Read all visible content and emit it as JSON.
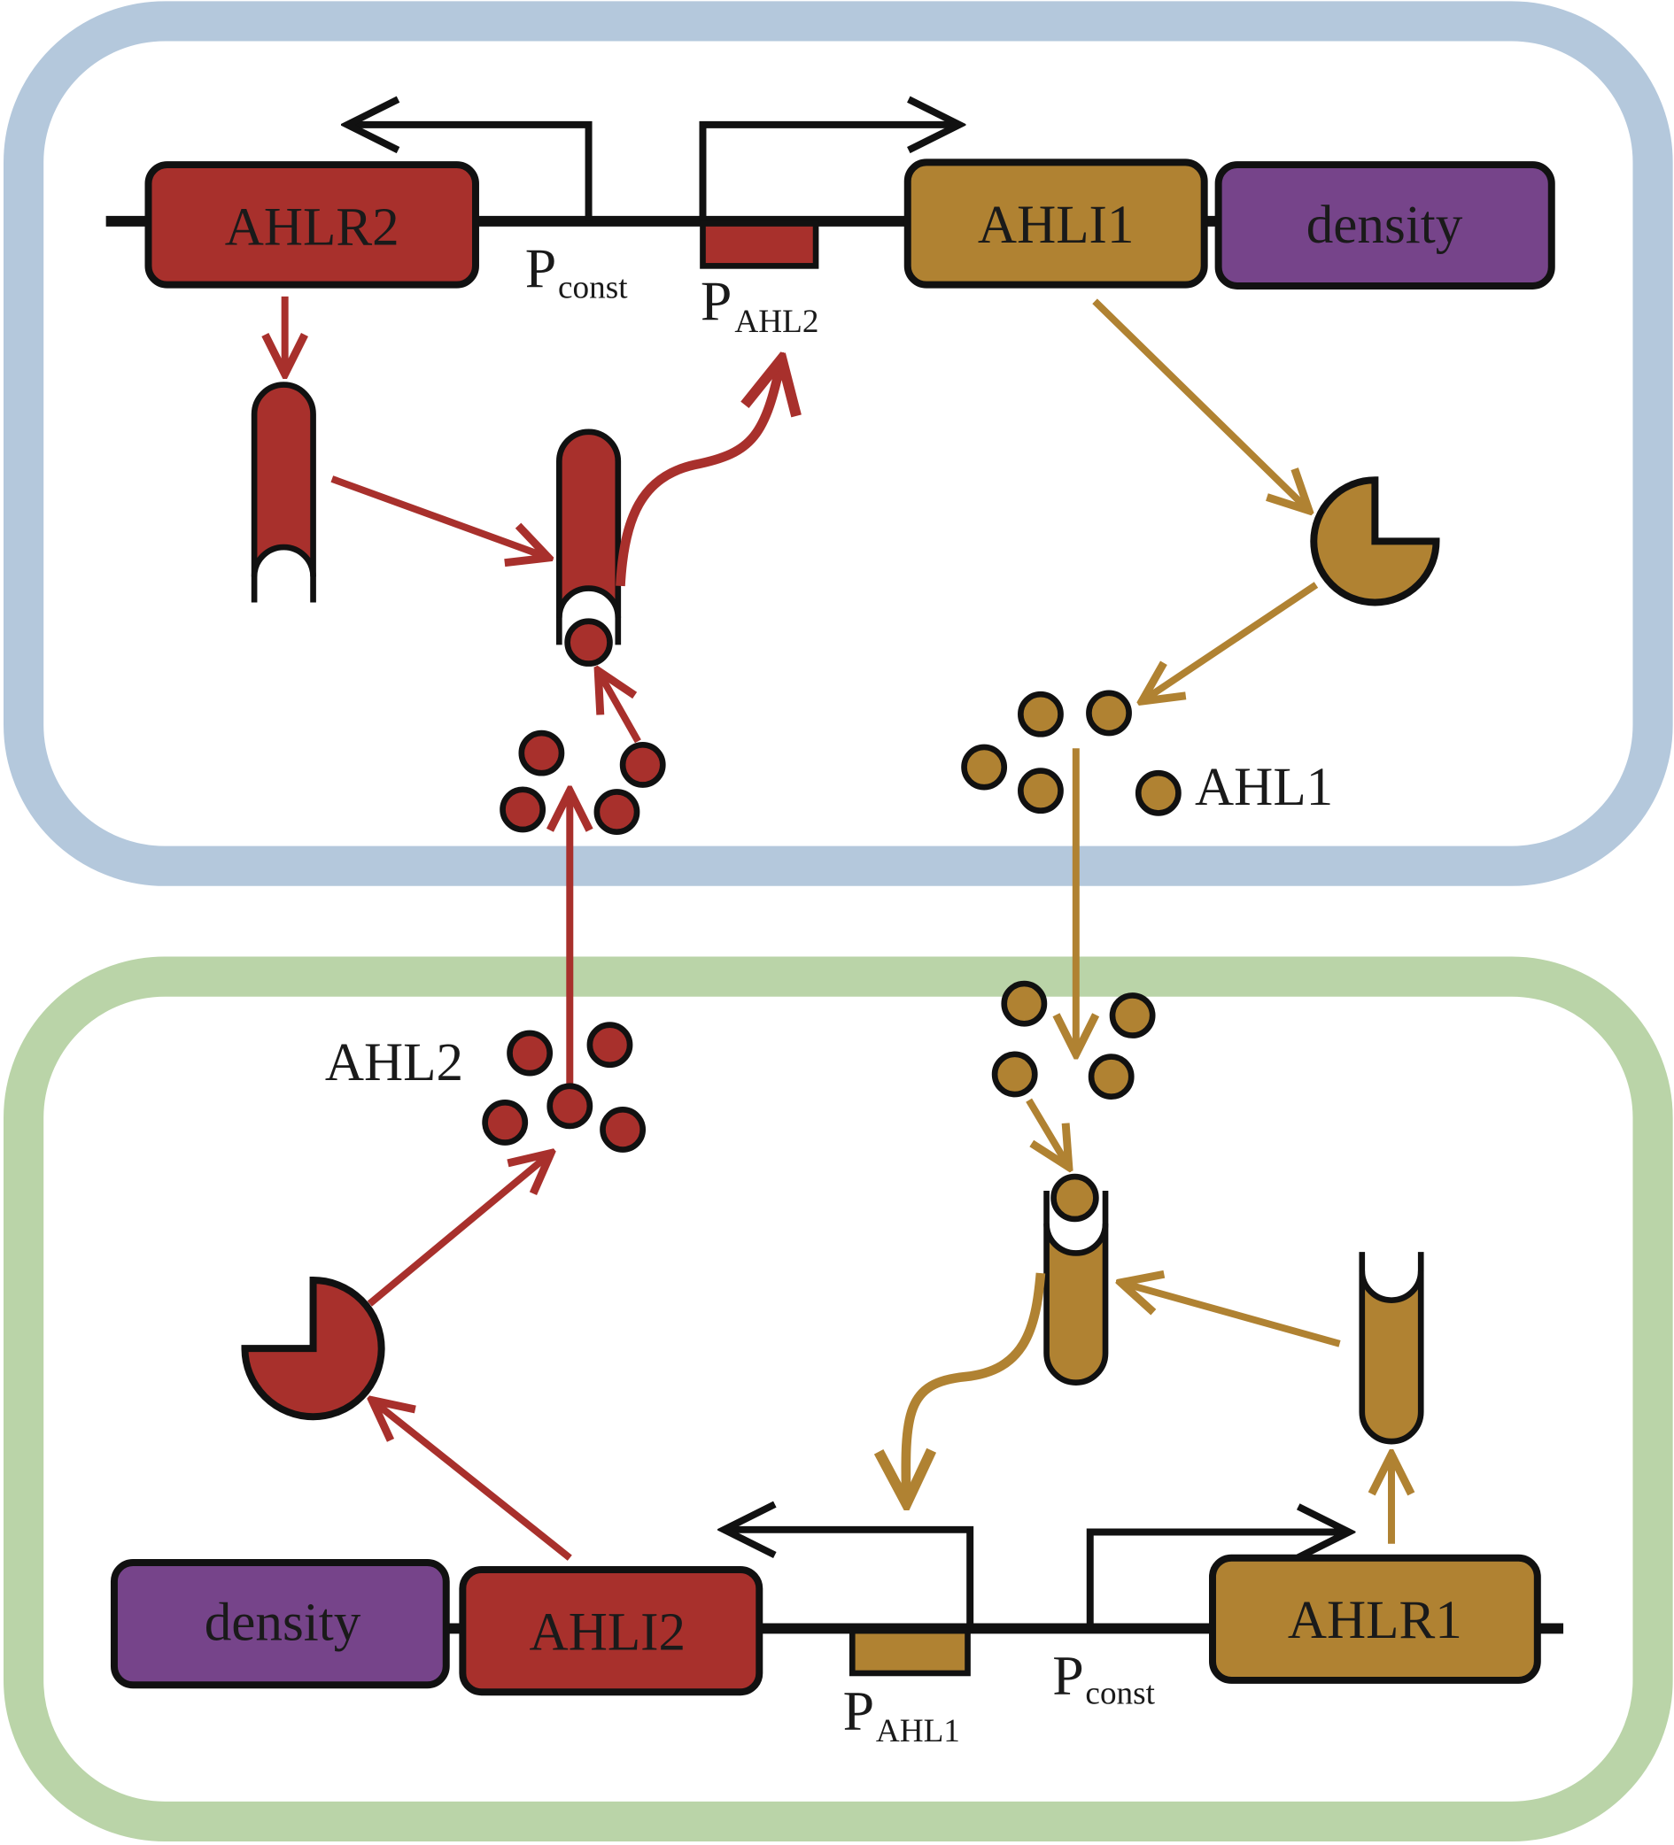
{
  "colors": {
    "cell_top_border": "#b4c8dc",
    "cell_bottom_border": "#bad4a8",
    "red": "#a8302c",
    "gold": "#b08232",
    "purple": "#76448a",
    "black": "#111111"
  },
  "top_cell": {
    "genes": {
      "ahlr2": "AHLR2",
      "ahli1": "AHLI1",
      "density": "density"
    },
    "promoters": {
      "pconst_main": "P",
      "pconst_sub": "const",
      "pahl2_main": "P",
      "pahl2_sub": "AHL2"
    },
    "molecule_label": "AHL1"
  },
  "bottom_cell": {
    "genes": {
      "density": "density",
      "ahli2": "AHLI2",
      "ahlr1": "AHLR1"
    },
    "promoters": {
      "pahl1_main": "P",
      "pahl1_sub": "AHL1",
      "pconst_main": "P",
      "pconst_sub": "const"
    },
    "molecule_label": "AHL2"
  }
}
